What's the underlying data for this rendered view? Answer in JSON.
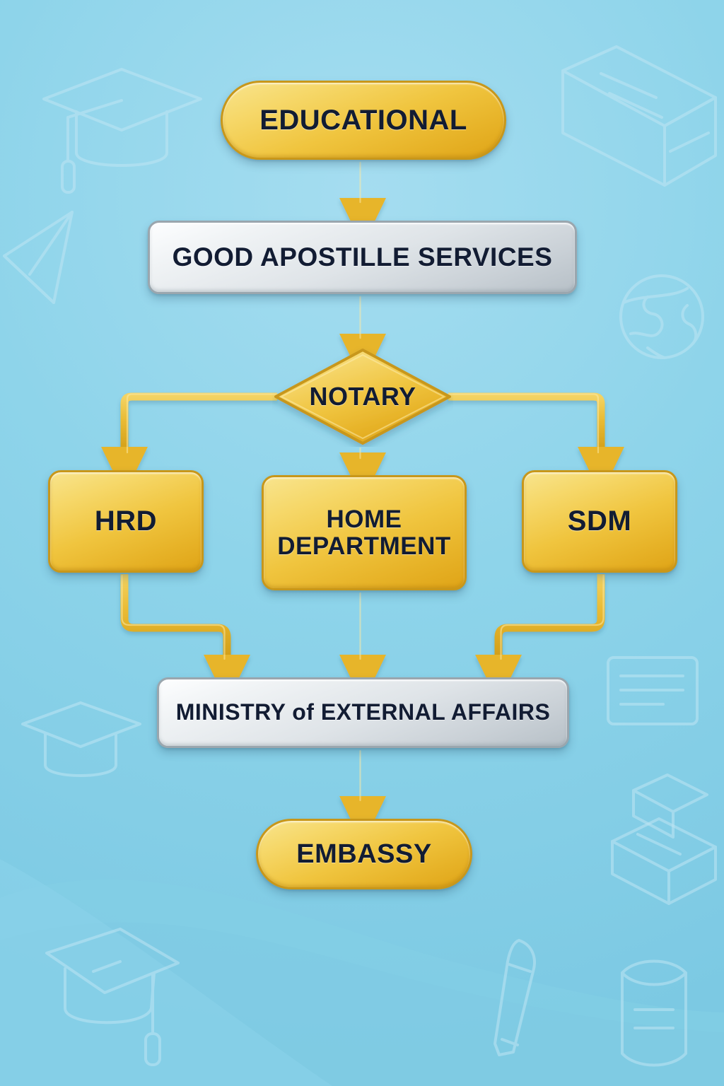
{
  "diagram": {
    "title": "Educational Document Apostille Process Flow",
    "type": "flowchart",
    "background_color": "#8ed4ea",
    "accent_gold": "#f0c53f",
    "accent_silver": "#dfe4e8",
    "text_color": "#121c33",
    "connector_color": "#e0ac1f"
  },
  "nodes": [
    {
      "id": "educational",
      "label": "EDUCATIONAL",
      "shape": "pill",
      "style": "gold",
      "level": 0
    },
    {
      "id": "service",
      "label": "GOOD APOSTILLE SERVICES",
      "shape": "bar",
      "style": "silver",
      "level": 1
    },
    {
      "id": "notary",
      "label": "NOTARY",
      "shape": "diamond",
      "style": "gold",
      "level": 2
    },
    {
      "id": "hrd",
      "label": "HRD",
      "shape": "rect",
      "style": "gold",
      "level": 3
    },
    {
      "id": "home_department",
      "label_line1": "HOME",
      "label_line2": "DEPARTMENT",
      "shape": "rect",
      "style": "gold",
      "level": 3
    },
    {
      "id": "sdm",
      "label": "SDM",
      "shape": "rect",
      "style": "gold",
      "level": 3
    },
    {
      "id": "mea",
      "label": "MINISTRY of EXTERNAL AFFAIRS",
      "shape": "bar",
      "style": "silver",
      "level": 4
    },
    {
      "id": "embassy",
      "label": "EMBASSY",
      "shape": "pill",
      "style": "gold",
      "level": 5
    }
  ],
  "edges": [
    {
      "from": "educational",
      "to": "service",
      "style": "arrow-down"
    },
    {
      "from": "service",
      "to": "notary",
      "style": "arrow-down"
    },
    {
      "from": "notary",
      "to": "hrd",
      "style": "elbow-left-down"
    },
    {
      "from": "notary",
      "to": "home_department",
      "style": "arrow-down"
    },
    {
      "from": "notary",
      "to": "sdm",
      "style": "elbow-right-down"
    },
    {
      "from": "hrd",
      "to": "mea",
      "style": "elbow-down-right-down"
    },
    {
      "from": "home_department",
      "to": "mea",
      "style": "arrow-down"
    },
    {
      "from": "sdm",
      "to": "mea",
      "style": "elbow-down-left-down"
    },
    {
      "from": "mea",
      "to": "embassy",
      "style": "arrow-down"
    }
  ],
  "background_doodles": [
    {
      "name": "graduation-cap-icon",
      "position": "top-left"
    },
    {
      "name": "book-icon",
      "position": "top-right"
    },
    {
      "name": "paper-plane-icon",
      "position": "left-upper"
    },
    {
      "name": "globe-icon",
      "position": "right-middle"
    },
    {
      "name": "graduation-cap-icon",
      "position": "left-lower"
    },
    {
      "name": "certificate-icon",
      "position": "right-lower"
    },
    {
      "name": "graduation-cap-icon",
      "position": "bottom-left"
    },
    {
      "name": "pen-icon",
      "position": "bottom-center"
    },
    {
      "name": "diploma-scroll-icon",
      "position": "bottom-right"
    },
    {
      "name": "book-stack-icon",
      "position": "right-bottom"
    }
  ]
}
